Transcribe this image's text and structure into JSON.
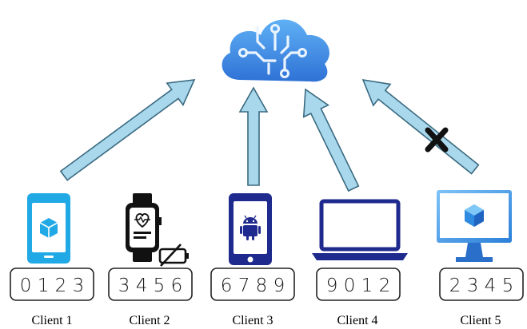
{
  "title": "",
  "server": {
    "icon": "cloud-ai-icon",
    "color": "#3f8ee8"
  },
  "arrow_colors": {
    "active_fill": "#a9d8ec",
    "active_stroke": "#3a6a80",
    "blocked_fill": "#b3c0c9",
    "blocked_stroke": "#46535c"
  },
  "clients": [
    {
      "label": "Client 1",
      "device": "smartphone-icon",
      "data": "0 1 2 3",
      "connected": true
    },
    {
      "label": "Client 2",
      "device": "smartwatch-low-battery-icon",
      "data": "3 4 5 6",
      "connected": true
    },
    {
      "label": "Client 3",
      "device": "android-phone-icon",
      "data": "6 7 8 9",
      "connected": true
    },
    {
      "label": "Client 4",
      "device": "laptop-icon",
      "data": "9 0 1 2",
      "connected": true
    },
    {
      "label": "Client 5",
      "device": "desktop-monitor-icon",
      "data": "2 3 4 5",
      "connected": false
    }
  ]
}
